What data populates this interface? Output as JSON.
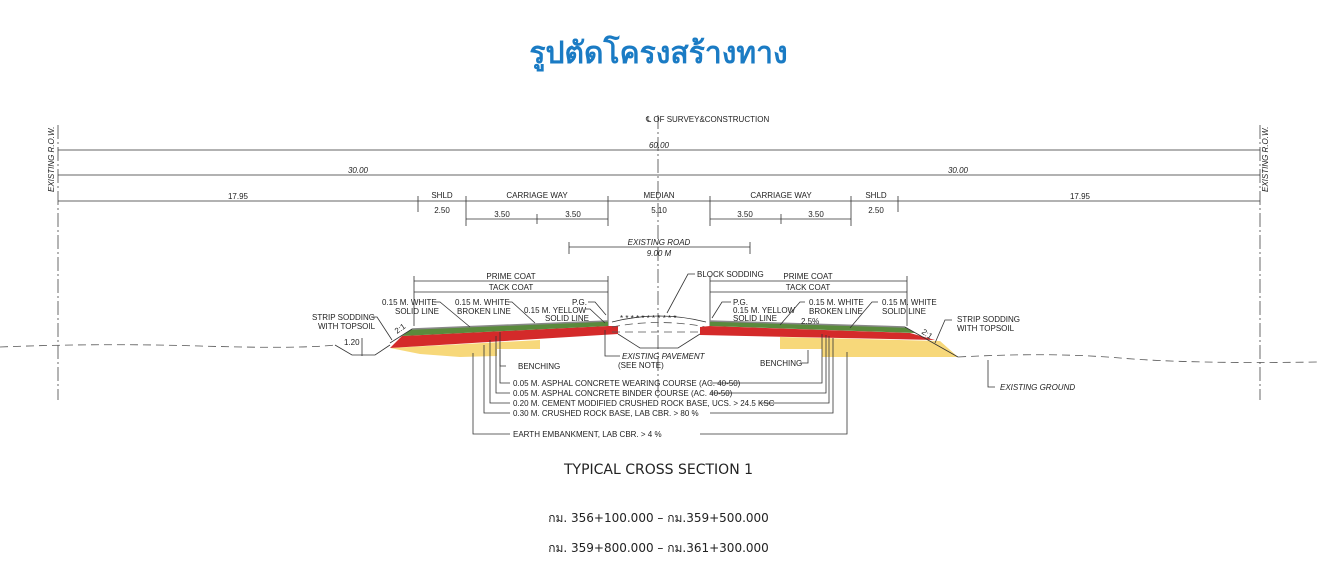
{
  "title": "รูปตัดโครงสร้างทาง",
  "colors": {
    "title": "#1a7bc4",
    "wearing": "#5a8a3c",
    "binder": "#d42a2a",
    "embankment": "#f7d87a"
  },
  "header": {
    "centerline": "℄ OF SURVEY&CONSTRUCTION",
    "row_left": "EXISTING R.O.W.",
    "row_right": "EXISTING R.O.W."
  },
  "dimensions": {
    "total": "60.00",
    "half_left": "30.00",
    "half_right": "30.00",
    "outer_left": "17.95",
    "outer_right": "17.95",
    "shld_label": "SHLD",
    "shld_value": "2.50",
    "carriage_label": "CARRIAGE WAY",
    "lane": "3.50",
    "median_label": "MEDIAN",
    "median_value": "5.10",
    "existing_road_label": "EXISTING ROAD",
    "existing_road_value": "9.00 M"
  },
  "annotations": {
    "prime_coat": "PRIME COAT",
    "tack_coat": "TACK COAT",
    "white_solid_1": "0.15 M. WHITE",
    "white_solid_2": "SOLID LINE",
    "white_broken_1": "0.15 M. WHITE",
    "white_broken_2": "BROKEN LINE",
    "yellow_1": "0.15 M. YELLOW",
    "yellow_2": "SOLID LINE",
    "pg": "P.G.",
    "strip_sodding_1": "STRIP SODDING",
    "strip_sodding_2": "WITH TOPSOIL",
    "slope": "2:1",
    "ditch_depth": "1.20",
    "benching": "BENCHING",
    "block_sodding": "BLOCK SODDING",
    "existing_pavement_1": "EXISTING PAVEMENT",
    "existing_pavement_2": "(SEE NOTE)",
    "crossfall": "2.5%",
    "existing_ground": "EXISTING GROUND"
  },
  "layers": [
    "0.05 M. ASPHAL CONCRETE WEARING COURSE (AC. 40-50)",
    "0.05 M. ASPHAL CONCRETE BINDER COURSE (AC. 40-50)",
    "0.20 M. CEMENT MODIFIED  CRUSHED ROCK BASE, UCS.  > 24.5 KSC",
    "0.30 M. CRUSHED ROCK BASE, LAB CBR. > 80 %",
    "EARTH EMBANKMENT,  LAB CBR. > 4 %"
  ],
  "caption": "TYPICAL CROSS SECTION 1",
  "ranges": [
    "กม. 356+100.000  – กม.359+500.000",
    "กม. 359+800.000  – กม.361+300.000"
  ]
}
